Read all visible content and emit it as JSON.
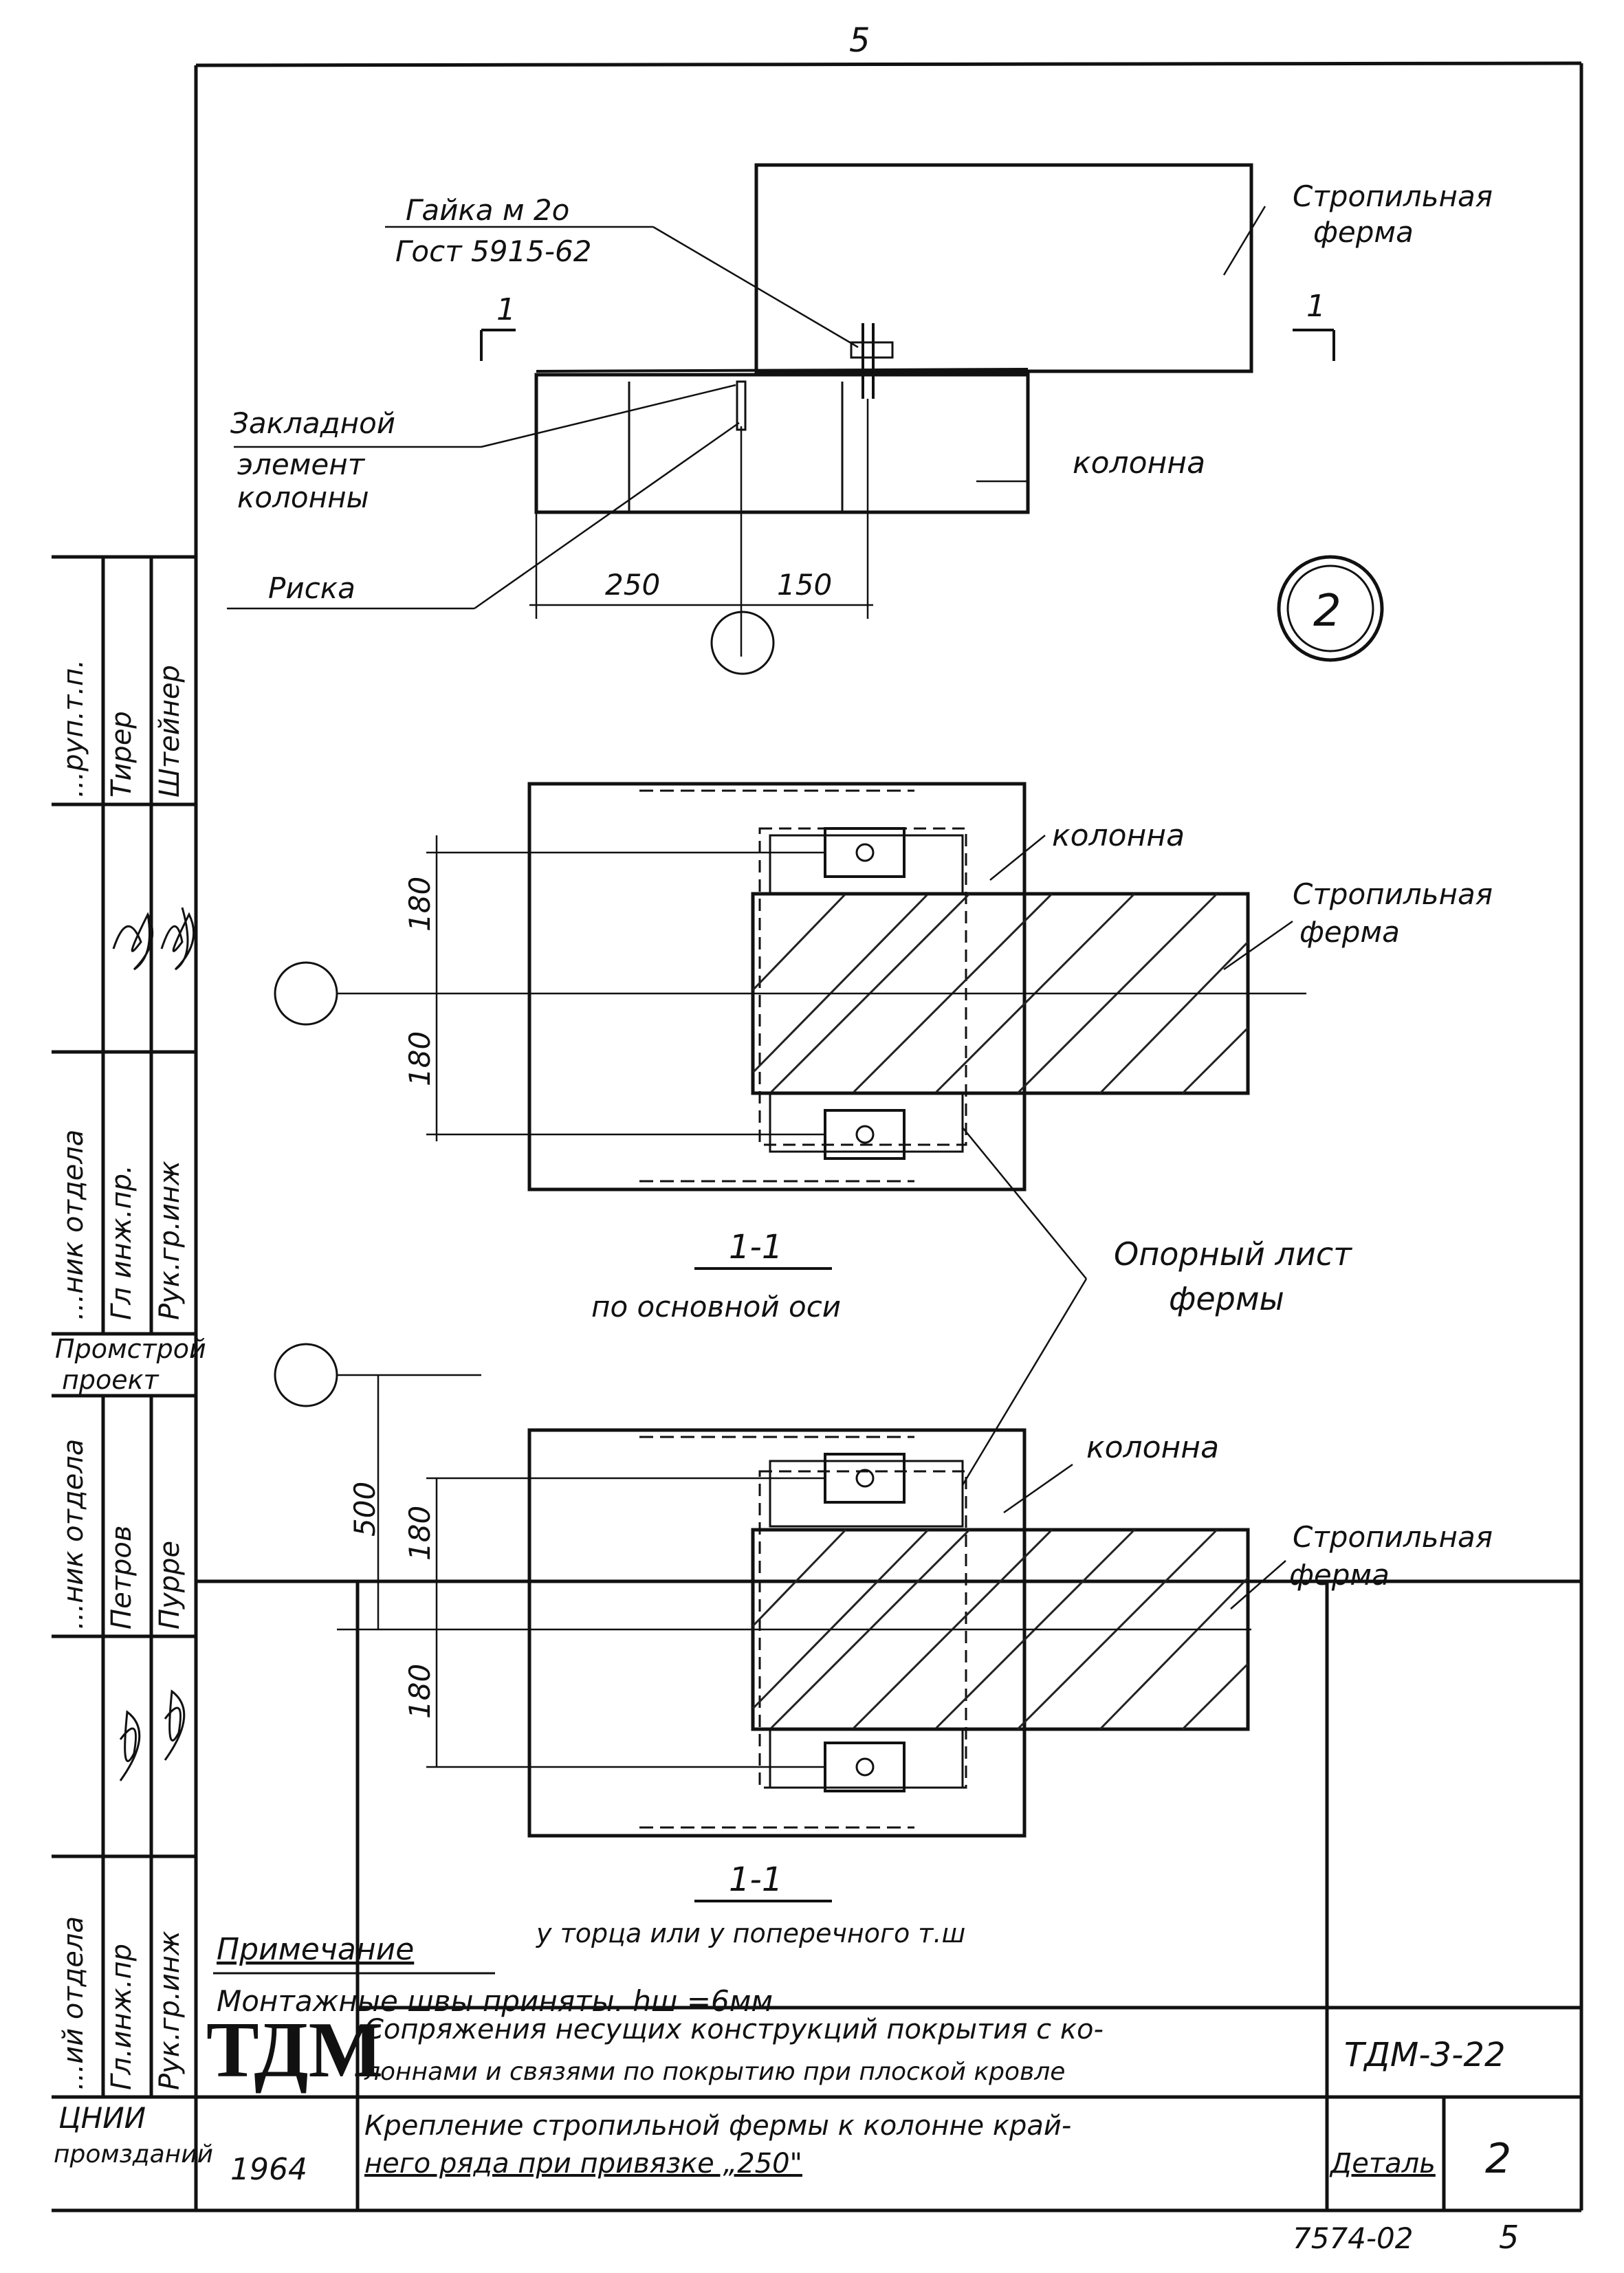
{
  "sheet": {
    "page_number_top": "5",
    "page_number_bottom": "5",
    "detail_circle": "2"
  },
  "elevation": {
    "nut_label_line1": "Гайка м 2о",
    "nut_label_line2": "Гост 5915-62",
    "truss_label_line1": "Стропильная",
    "truss_label_line2": "ферма",
    "embed_label_line1": "Закладной",
    "embed_label_line2": "элемент",
    "embed_label_line3": "колонны",
    "column_label": "колонна",
    "mark_label": "Риска",
    "dim_left": "250",
    "dim_right": "150",
    "section_mark_left": "1",
    "section_mark_right": "1"
  },
  "section_a": {
    "column_label": "колонна",
    "truss_label_line1": "Стропильная",
    "truss_label_line2": "ферма",
    "dim_top": "180",
    "dim_bottom": "180",
    "section_title": "1-1",
    "section_caption": "по основной оси"
  },
  "bearing_plate": {
    "label_line1": "Опорный лист",
    "label_line2": "фермы"
  },
  "section_b": {
    "column_label": "колонна",
    "truss_label_line1": "Стропильная",
    "truss_label_line2": "ферма",
    "dim_outer": "500",
    "dim_top": "180",
    "dim_bottom": "180",
    "section_title": "1-1",
    "section_caption": "у торца или у поперечного т.ш"
  },
  "note": {
    "heading": "Примечание",
    "text": "Монтажные швы приняты. hш =6мм"
  },
  "side_stamp": {
    "upper_roles": [
      "Гл инж.пр.",
      "Рук.гр.инж"
    ],
    "upper_names": [
      "Тирер",
      "Штейнер"
    ],
    "upper_header": "...руп.т.п.",
    "upper_dept": "...ник отдела",
    "org_line1": "Промстрой",
    "org_line2": "проект",
    "lower_header": "...ник отдела",
    "lower_roles": [
      "Гл.инж.пр",
      "Рук.гр.инж"
    ],
    "lower_names": [
      "Петров",
      "Пурре"
    ],
    "lower_dept": "...ий отдела"
  },
  "title_block": {
    "logo": "ТДМ",
    "org_line1": "ЦНИИ",
    "org_line2": "промзданий",
    "year": "1964",
    "title_line1": "Сопряжения несущих конструкций покрытия с ко-",
    "title_line2": "лоннами и связями по покрытию при плоской кровле",
    "subtitle_line1": "Крепление стропильной фермы к колонне край-",
    "subtitle_line2": "него ряда при привязке „250\"",
    "series": "ТДМ-3-22",
    "detail_label": "Деталь",
    "detail_number": "2",
    "sheet_code": "7574-02"
  }
}
